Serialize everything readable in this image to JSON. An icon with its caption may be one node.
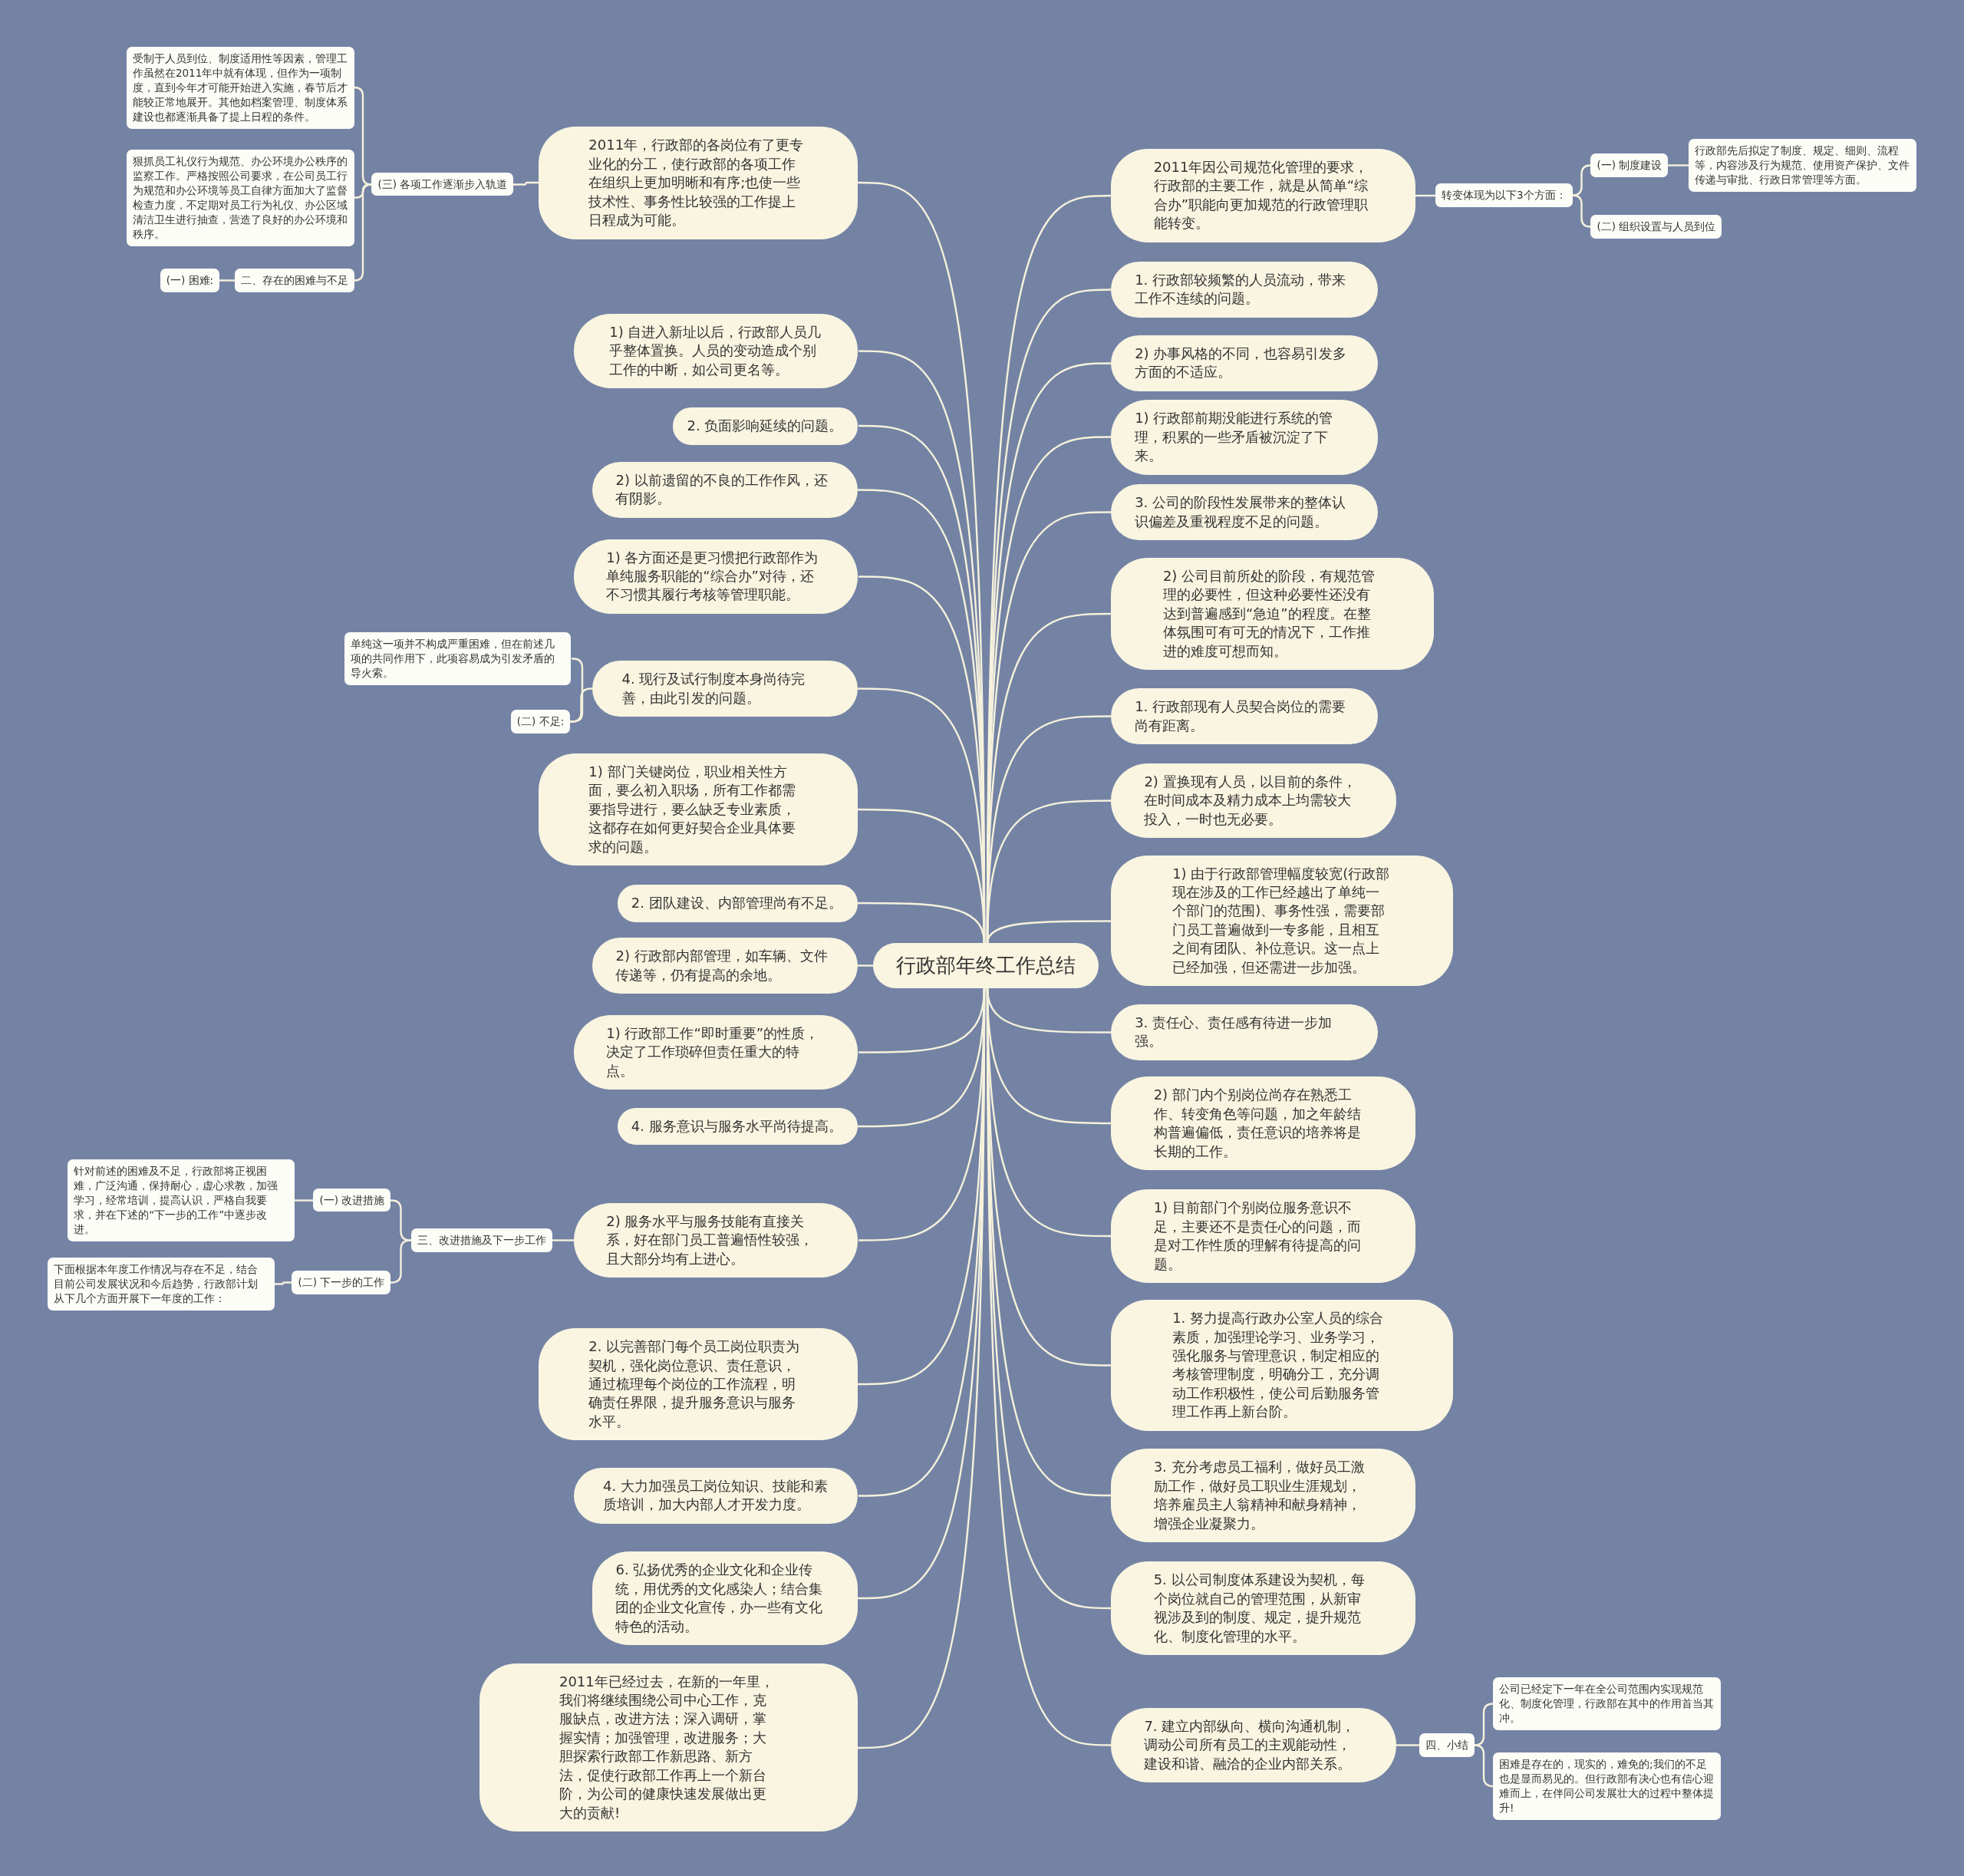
{
  "diagram": {
    "nodes": [
      {
        "text": [
          "行政部年终工作总结"
        ]
      },
      {
        "text": [
          "2011年，行政部的各岗位有了更专业化的分工，使行政部的各项工作在组织上更加明晰和有序;也使一些技术性、事务性比较强的工作提上日程成为可能。"
        ]
      },
      {
        "text": [
          "1) 自进入新址以后，行政部人员几乎整体置换。人员的变动造成个别工作的中断，如公司更名等。"
        ]
      },
      {
        "text": [
          "2. 负面影响延续的问题。"
        ]
      },
      {
        "text": [
          "2) 以前遗留的不良的工作作风，还有阴影。"
        ]
      },
      {
        "text": [
          "1) 各方面还是更习惯把行政部作为单纯服务职能的“综合办”对待，还不习惯其履行考核等管理职能。"
        ]
      },
      {
        "text": [
          "4. 现行及试行制度本身尚待完善，由此引发的问题。"
        ]
      },
      {
        "text": [
          "1) 部门关键岗位，职业相关性方面，要么初入职场，所有工作都需要指导进行，要么缺乏专业素质，这都存在如何更好契合企业具体要求的问题。"
        ]
      },
      {
        "text": [
          "2. 团队建设、内部管理尚有不足。"
        ]
      },
      {
        "text": [
          "2) 行政部内部管理，如车辆、文件传递等，仍有提高的余地。"
        ]
      },
      {
        "text": [
          "1) 行政部工作“即时重要”的性质，决定了工作琐碎但责任重大的特点。"
        ]
      },
      {
        "text": [
          "4. 服务意识与服务水平尚待提高。"
        ]
      },
      {
        "text": [
          "2) 服务水平与服务技能有直接关系，好在部门员工普遍悟性较强，且大部分均有上进心。"
        ]
      },
      {
        "text": [
          "2. 以完善部门每个员工岗位职责为契机，强化岗位意识、责任意识，通过梳理每个岗位的工作流程，明确责任界限，提升服务意识与服务水平。"
        ]
      },
      {
        "text": [
          "4. 大力加强员工岗位知识、技能和素质培训，加大内部人才开发力度。"
        ]
      },
      {
        "text": [
          "6. 弘扬优秀的企业文化和企业传统，用优秀的文化感染人；结合集团的企业文化宣传，办一些有文化特色的活动。"
        ]
      },
      {
        "text": [
          "2011年已经过去，在新的一年里，我们将继续围绕公司中心工作，克服缺点，改进方法；深入调研，掌握实情；加强管理，改进服务；大胆探索行政部工作新思路、新方法，促使行政部工作再上一个新台阶，为公司的健康快速发展做出更大的贡献!"
        ]
      },
      {
        "text": [
          "2011年因公司规范化管理的要求，行政部的主要工作，就是从简单“综合办”职能向更加规范的行政管理职能转变。"
        ]
      },
      {
        "text": [
          "1. 行政部较频繁的人员流动，带来工作不连续的问题。"
        ]
      },
      {
        "text": [
          "2) 办事风格的不同，也容易引发多方面的不适应。"
        ]
      },
      {
        "text": [
          "1) 行政部前期没能进行系统的管理，积累的一些矛盾被沉淀了下来。"
        ]
      },
      {
        "text": [
          "3. 公司的阶段性发展带来的整体认识偏差及重视程度不足的问题。"
        ]
      },
      {
        "text": [
          "2) 公司目前所处的阶段，有规范管理的必要性，但这种必要性还没有达到普遍感到“急迫”的程度。在整体氛围可有可无的情况下，工作推进的难度可想而知。"
        ]
      },
      {
        "text": [
          "1. 行政部现有人员契合岗位的需要尚有距离。"
        ]
      },
      {
        "text": [
          "2) 置换现有人员，以目前的条件，在时间成本及精力成本上均需较大投入，一时也无必要。"
        ]
      },
      {
        "text": [
          "1) 由于行政部管理幅度较宽(行政部现在涉及的工作已经越出了单纯一个部门的范围)、事务性强，需要部门员工普遍做到一专多能，且相互之间有团队、补位意识。这一点上已经加强，但还需进一步加强。"
        ]
      },
      {
        "text": [
          "3. 责任心、责任感有待进一步加强。"
        ]
      },
      {
        "text": [
          "2) 部门内个别岗位尚存在熟悉工作、转变角色等问题，加之年龄结构普遍偏低，责任意识的培养将是长期的工作。"
        ]
      },
      {
        "text": [
          "1) 目前部门个别岗位服务意识不足，主要还不是责任心的问题，而是对工作性质的理解有待提高的问题。"
        ]
      },
      {
        "text": [
          "1. 努力提高行政办公室人员的综合素质，加强理论学习、业务学习，强化服务与管理意识，制定相应的考核管理制度，明确分工，充分调动工作积极性，使公司后勤服务管理工作再上新台阶。"
        ]
      },
      {
        "text": [
          "3. 充分考虑员工福利，做好员工激励工作，做好员工职业生涯规划，培养雇员主人翁精神和献身精神，增强企业凝聚力。"
        ]
      },
      {
        "text": [
          "5. 以公司制度体系建设为契机，每个岗位就自己的管理范围，从新审视涉及到的制度、规定，提升规范化、制度化管理的水平。"
        ]
      },
      {
        "text": [
          "7. 建立内部纵向、横向沟通机制，调动公司所有员工的主观能动性，建设和谐、融洽的企业内部关系。"
        ]
      },
      {
        "text": [
          "(三) 各项工作逐渐步入轨道"
        ]
      },
      {
        "text": [
          "受制于人员到位、制度适用性等因素，管理工作虽然在2011年中就有体现，但作为一项制度，直到今年才可能开始进入实施，春节后才能较正常地展开。其他如档案管理、制度体系建设也都逐渐具备了提上日程的条件。"
        ]
      },
      {
        "text": [
          "狠抓员工礼仪行为规范、办公环境办公秩序的监察工作。严格按照公司要求，在公司员工行为规范和办公环境等员工自律方面加大了监督检查力度，不定期对员工行为礼仪、办公区域清洁卫生进行抽查，营造了良好的办公环境和秩序。"
        ]
      },
      {
        "text": [
          "二、存在的困难与不足"
        ]
      },
      {
        "text": [
          "(一) 困难:"
        ]
      },
      {
        "text": [
          "单纯这一项并不构成严重困难，但在前述几项的共同作用下，此项容易成为引发矛盾的导火索。"
        ]
      },
      {
        "text": [
          "(二) 不足:"
        ]
      },
      {
        "text": [
          "转变体现为以下3个方面："
        ]
      },
      {
        "text": [
          "(一) 制度建设"
        ]
      },
      {
        "text": [
          "行政部先后拟定了制度、规定、细则、流程等，内容涉及行为规范、使用资产保护、文件传递与审批、行政日常管理等方面。"
        ]
      },
      {
        "text": [
          "(二) 组织设置与人员到位"
        ]
      },
      {
        "text": [
          "三、改进措施及下一步工作"
        ]
      },
      {
        "text": [
          "(一) 改进措施"
        ]
      },
      {
        "text": [
          "针对前述的困难及不足，行政部将正视困难，广泛沟通，保持耐心，虚心求教，加强学习，经常培训，提高认识，严格自我要求，并在下述的“下一步的工作”中逐步改进。"
        ]
      },
      {
        "text": [
          "(二) 下一步的工作"
        ]
      },
      {
        "text": [
          "下面根据本年度工作情况与存在不足，结合目前公司发展状况和今后趋势，行政部计划从下几个方面开展下一年度的工作："
        ]
      },
      {
        "text": [
          "四、小结"
        ]
      },
      {
        "text": [
          "公司已经定下一年在全公司范围内实现规范化、制度化管理，行政部在其中的作用首当其冲。"
        ]
      },
      {
        "text": [
          "困难是存在的，现实的，难免的;我们的不足也是显而易见的。但行政部有决心也有信心迎难而上，在伴同公司发展壮大的过程中整体提升!"
        ]
      }
    ],
    "edges": [
      {
        "from": 0,
        "to": 1,
        "arrow": "none"
      },
      {
        "from": 0,
        "to": 2,
        "arrow": "none"
      },
      {
        "from": 0,
        "to": 3,
        "arrow": "none"
      },
      {
        "from": 0,
        "to": 4,
        "arrow": "none"
      },
      {
        "from": 0,
        "to": 5,
        "arrow": "none"
      },
      {
        "from": 0,
        "to": 6,
        "arrow": "none"
      },
      {
        "from": 0,
        "to": 7,
        "arrow": "none"
      },
      {
        "from": 0,
        "to": 8,
        "arrow": "none"
      },
      {
        "from": 0,
        "to": 9,
        "arrow": "none"
      },
      {
        "from": 0,
        "to": 10,
        "arrow": "none"
      },
      {
        "from": 0,
        "to": 11,
        "arrow": "none"
      },
      {
        "from": 0,
        "to": 12,
        "arrow": "none"
      },
      {
        "from": 0,
        "to": 13,
        "arrow": "none"
      },
      {
        "from": 0,
        "to": 14,
        "arrow": "none"
      },
      {
        "from": 0,
        "to": 15,
        "arrow": "none"
      },
      {
        "from": 0,
        "to": 16,
        "arrow": "none"
      },
      {
        "from": 0,
        "to": 17,
        "arrow": "none"
      },
      {
        "from": 0,
        "to": 18,
        "arrow": "none"
      },
      {
        "from": 0,
        "to": 19,
        "arrow": "none"
      },
      {
        "from": 0,
        "to": 20,
        "arrow": "none"
      },
      {
        "from": 0,
        "to": 21,
        "arrow": "none"
      },
      {
        "from": 0,
        "to": 22,
        "arrow": "none"
      },
      {
        "from": 0,
        "to": 23,
        "arrow": "none"
      },
      {
        "from": 0,
        "to": 24,
        "arrow": "none"
      },
      {
        "from": 0,
        "to": 25,
        "arrow": "none"
      },
      {
        "from": 0,
        "to": 26,
        "arrow": "none"
      },
      {
        "from": 0,
        "to": 27,
        "arrow": "none"
      },
      {
        "from": 0,
        "to": 28,
        "arrow": "none"
      },
      {
        "from": 0,
        "to": 29,
        "arrow": "none"
      },
      {
        "from": 0,
        "to": 30,
        "arrow": "none"
      },
      {
        "from": 0,
        "to": 31,
        "arrow": "none"
      },
      {
        "from": 0,
        "to": 32,
        "arrow": "none"
      },
      {
        "from": 1,
        "to": 33,
        "arrow": "none"
      },
      {
        "from": 33,
        "to": 34,
        "arrow": "none"
      },
      {
        "from": 33,
        "to": 35,
        "arrow": "none"
      },
      {
        "from": 33,
        "to": 36,
        "arrow": "none"
      },
      {
        "from": 36,
        "to": 37,
        "arrow": "none"
      },
      {
        "from": 6,
        "to": 39,
        "arrow": "none"
      },
      {
        "from": 39,
        "to": 38,
        "arrow": "none"
      },
      {
        "from": 17,
        "to": 40,
        "arrow": "none"
      },
      {
        "from": 40,
        "to": 41,
        "arrow": "none"
      },
      {
        "from": 40,
        "to": 43,
        "arrow": "none"
      },
      {
        "from": 41,
        "to": 42,
        "arrow": "none"
      },
      {
        "from": 12,
        "to": 44,
        "arrow": "none"
      },
      {
        "from": 44,
        "to": 45,
        "arrow": "none"
      },
      {
        "from": 44,
        "to": 47,
        "arrow": "none"
      },
      {
        "from": 45,
        "to": 46,
        "arrow": "none"
      },
      {
        "from": 47,
        "to": 48,
        "arrow": "none"
      },
      {
        "from": 32,
        "to": 49,
        "arrow": "none"
      },
      {
        "from": 49,
        "to": 50,
        "arrow": "none"
      },
      {
        "from": 49,
        "to": 51,
        "arrow": "none"
      }
    ]
  }
}
